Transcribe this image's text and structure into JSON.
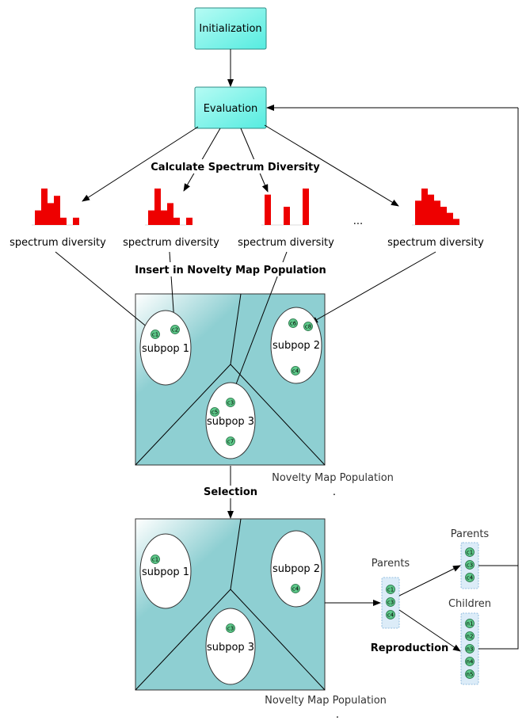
{
  "nodes": {
    "initialization": "Initialization",
    "evaluation": "Evaluation"
  },
  "labels": {
    "calculate": "Calculate Spectrum Diversity",
    "insert": "Insert in Novelty Map Population",
    "selection": "Selection",
    "reproduction": "Reproduction",
    "spectrum_diversity": "spectrum diversity",
    "ellipsis": "...",
    "novelty_map_population": "Novelty Map Population",
    "parents": "Parents",
    "children": "Children",
    "dot": "."
  },
  "map1": {
    "subpops": [
      {
        "name": "subpop 1",
        "members": [
          "c1",
          "c2"
        ]
      },
      {
        "name": "subpop 2",
        "members": [
          "c6",
          "c8",
          "c4"
        ]
      },
      {
        "name": "subpop 3",
        "members": [
          "c3",
          "c5",
          "c7"
        ]
      }
    ]
  },
  "map2": {
    "subpops": [
      {
        "name": "subpop 1",
        "members": [
          "c1"
        ]
      },
      {
        "name": "subpop 2",
        "members": [
          "c4"
        ]
      },
      {
        "name": "subpop 3",
        "members": [
          "c3"
        ]
      }
    ]
  },
  "parents_left": [
    "c1",
    "c3",
    "c4"
  ],
  "parents_right": [
    "c1",
    "c3",
    "c4"
  ],
  "children": [
    "n1",
    "n2",
    "n3",
    "n4",
    "n5"
  ],
  "histograms": [
    [
      2,
      5,
      3,
      4,
      1,
      0,
      1
    ],
    [
      2,
      5,
      2,
      3,
      1,
      0,
      1
    ],
    [
      5,
      0,
      0,
      3,
      0,
      0,
      6
    ],
    [
      4,
      6,
      5,
      4,
      3,
      2,
      1
    ]
  ],
  "colors": {
    "box_fill": "#7ef5e8",
    "map_fill": "#8ecfd2",
    "bar_fill": "#ee0000",
    "node_fill": "#5ec98a",
    "parent_box_fill": "#dcecf8",
    "parent_box_stroke": "#7aaed6"
  }
}
